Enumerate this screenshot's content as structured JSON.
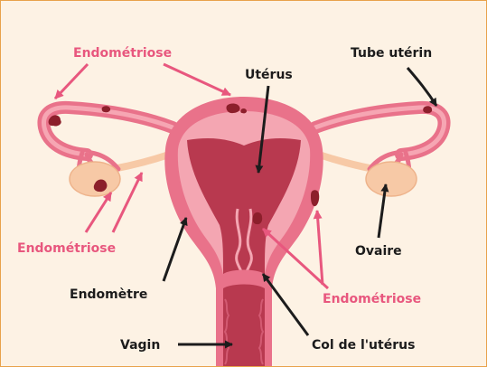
{
  "labels": {
    "endometriose_top": "Endométriose",
    "uterus": "Utérus",
    "tube_uterin": "Tube utérin",
    "endometriose_left": "Endométriose",
    "ovaire": "Ovaire",
    "endometre": "Endomètre",
    "endometriose_right": "Endométriose",
    "vagin": "Vagin",
    "col_uterus": "Col de l'utérus"
  },
  "colors": {
    "background": "#fdf2e4",
    "border": "#e8a24a",
    "uterus_outer": "#e9728a",
    "uterus_inner": "#b8394f",
    "endometrium": "#f4a6b2",
    "ovary": "#f7c9a6",
    "lesion": "#8c1f2b",
    "pink_label": "#e8577e",
    "black_label": "#1c1c1c"
  }
}
